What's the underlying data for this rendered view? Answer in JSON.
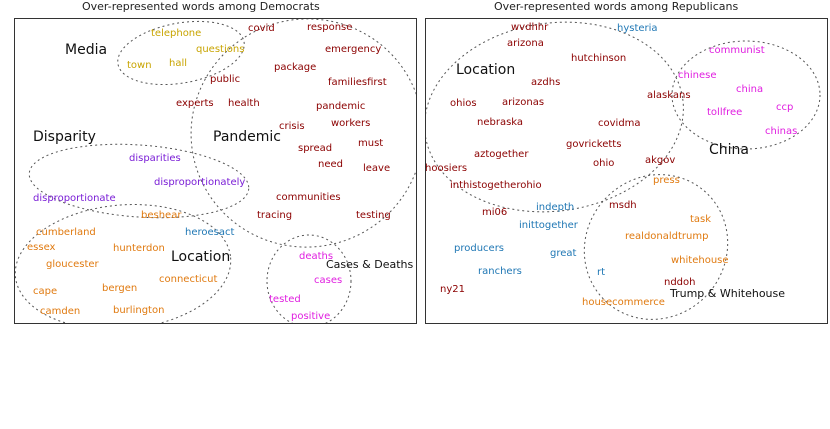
{
  "colors": {
    "red": "#8b0000",
    "gold": "#c8a400",
    "orange": "#e07a10",
    "purple": "#7a1ed6",
    "blue": "#1f77b4",
    "magenta": "#e01ee0"
  },
  "dem": {
    "title": "Over-represented words among Democrats",
    "labels": {
      "media": "Media",
      "disparity": "Disparity",
      "pandemic": "Pandemic",
      "location": "Location",
      "cases": "Cases & Deaths"
    },
    "words": {
      "covid": "covid",
      "response": "response",
      "telephone": "telephone",
      "questions": "questions",
      "emergency": "emergency",
      "town": "town",
      "hall": "hall",
      "package": "package",
      "public": "public",
      "familiesfirst": "familiesfirst",
      "experts": "experts",
      "health": "health",
      "pandemic": "pandemic",
      "crisis": "crisis",
      "workers": "workers",
      "must": "must",
      "spread": "spread",
      "disparities": "disparities",
      "need": "need",
      "leave": "leave",
      "disproportionately": "disproportionately",
      "disproportionate": "disproportionate",
      "communities": "communities",
      "beshear": "beshear",
      "tracing": "tracing",
      "testing": "testing",
      "cumberland": "cumberland",
      "heroesact": "heroesact",
      "essex": "essex",
      "hunterdon": "hunterdon",
      "deaths": "deaths",
      "gloucester": "gloucester",
      "connecticut": "connecticut",
      "cases": "cases",
      "cape": "cape",
      "bergen": "bergen",
      "tested": "tested",
      "camden": "camden",
      "burlington": "burlington",
      "positive": "positive"
    }
  },
  "rep": {
    "title": "Over-represented words among Republicans",
    "labels": {
      "location": "Location",
      "china": "China",
      "trump": "Trump & Whitehouse"
    },
    "words": {
      "wvdhhr": "wvdhhr",
      "hysteria": "hysteria",
      "arizona": "arizona",
      "communist": "communist",
      "hutchinson": "hutchinson",
      "chinese": "chinese",
      "azdhs": "azdhs",
      "china": "china",
      "alaskans": "alaskans",
      "ohios": "ohios",
      "arizonas": "arizonas",
      "tollfree": "tollfree",
      "ccp": "ccp",
      "nebraska": "nebraska",
      "covidma": "covidma",
      "chinas": "chinas",
      "govricketts": "govricketts",
      "aztogether": "aztogether",
      "ohio": "ohio",
      "akgov": "akgov",
      "hoosiers": "hoosiers",
      "press": "press",
      "inthistogetherohio": "inthistogetherohio",
      "indepth": "indepth",
      "msdh": "msdh",
      "mi06": "mi06",
      "inittogether": "inittogether",
      "task": "task",
      "realdonaldtrump": "realdonaldtrump",
      "producers": "producers",
      "great": "great",
      "whitehouse": "whitehouse",
      "ranchers": "ranchers",
      "rt": "rt",
      "nddoh": "nddoh",
      "ny21": "ny21",
      "housecommerce": "housecommerce"
    }
  }
}
